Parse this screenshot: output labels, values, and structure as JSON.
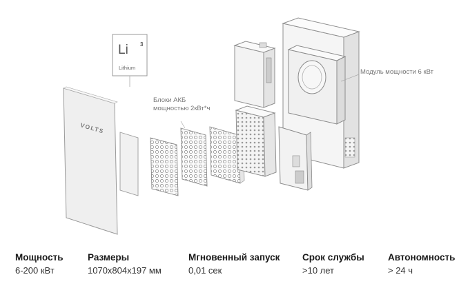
{
  "illustration": {
    "element_badge": {
      "symbol": "Li",
      "number": "3",
      "name": "Lithium"
    },
    "brand_logo": "VOLTS",
    "callouts": {
      "battery_blocks": [
        "Блоки АКБ",
        "мощностью 2кВт*ч"
      ],
      "power_module": "Модуль мощности 6 кВт"
    }
  },
  "specs": [
    {
      "title": "Мощность",
      "value": "6-200 кВт"
    },
    {
      "title": "Размеры",
      "value": "1070x804x197 мм"
    },
    {
      "title": "Мгновенный запуск",
      "value": "0,01 сек"
    },
    {
      "title": "Срок службы",
      "value": ">10 лет"
    },
    {
      "title": "Автономность",
      "value": "> 24 ч"
    }
  ],
  "colors": {
    "line": "#9a9a9a",
    "panel": "#eeeeee",
    "text": "#222222",
    "muted": "#777777"
  }
}
